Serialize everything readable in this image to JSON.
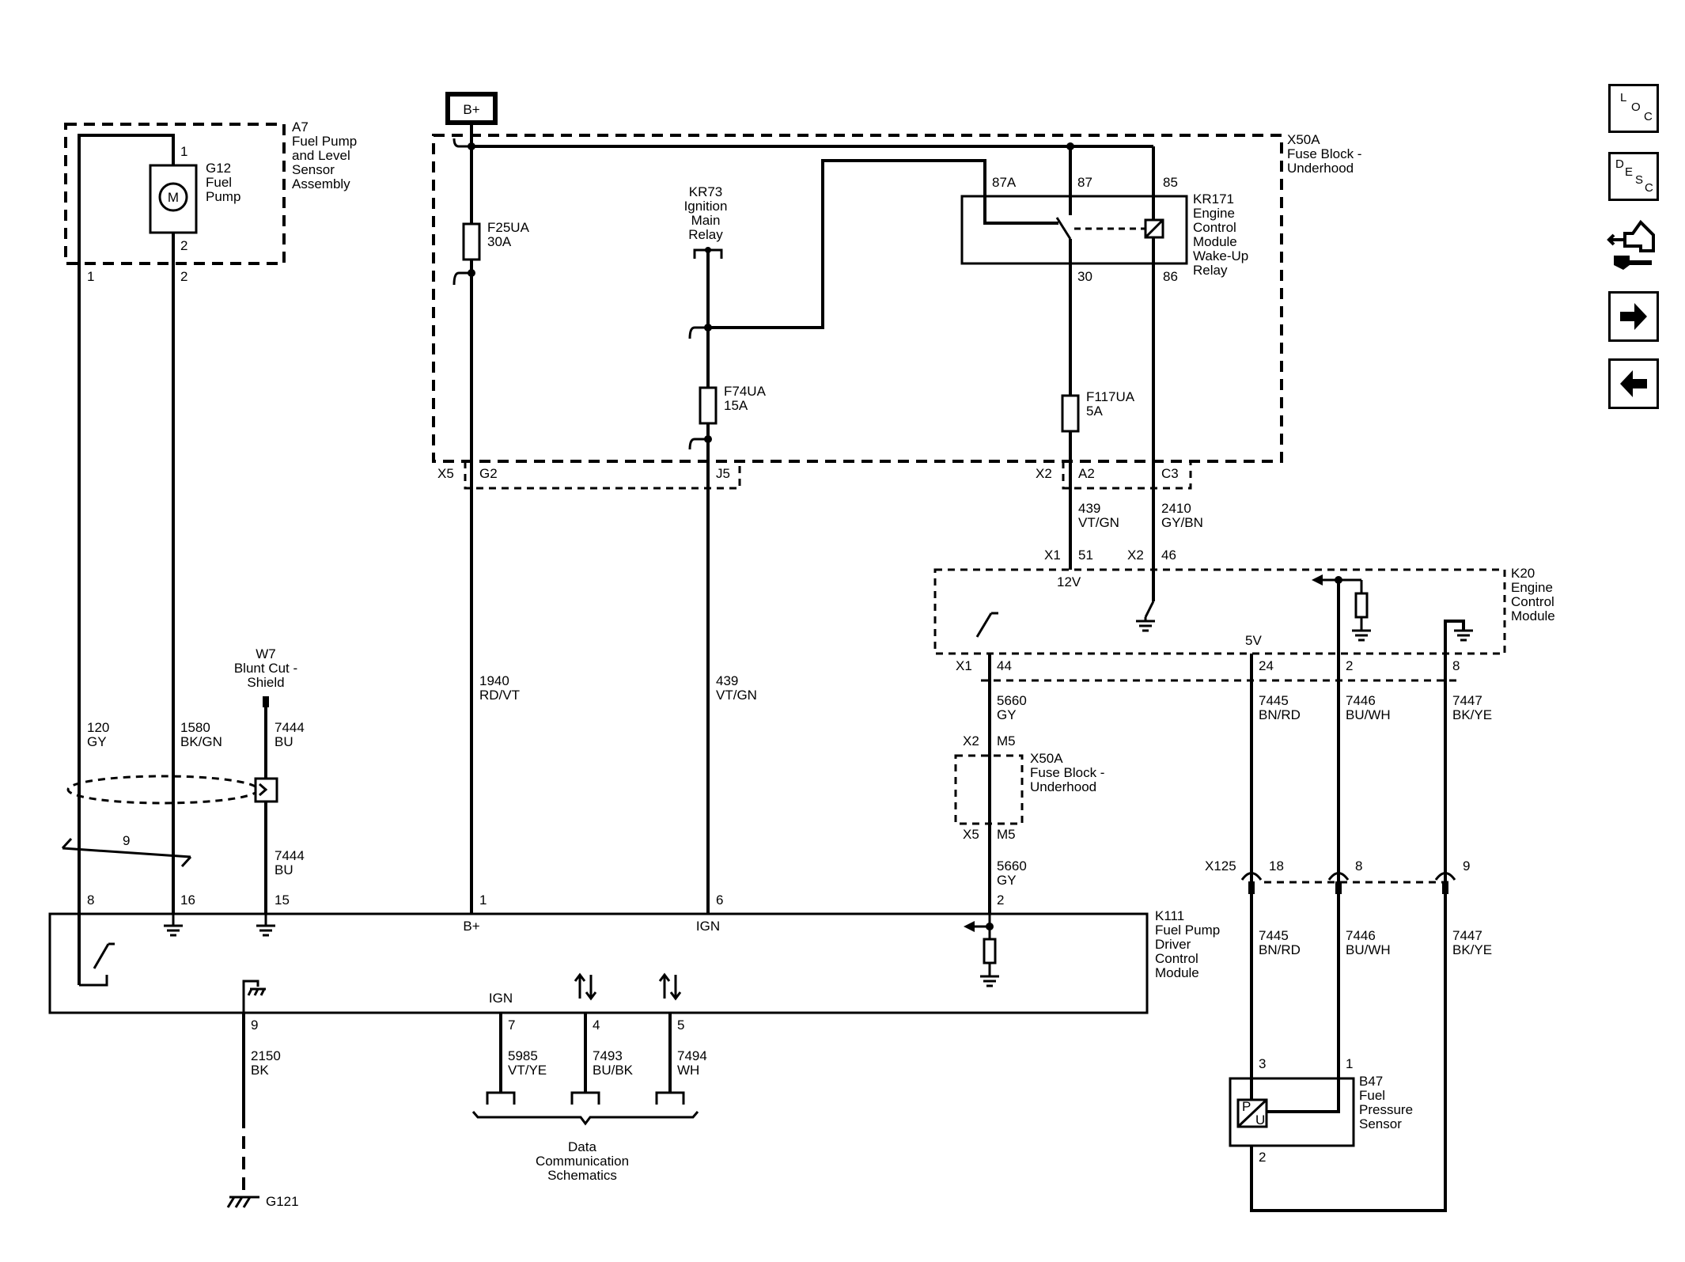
{
  "nav": {
    "loc": [
      "L",
      "O",
      "C"
    ],
    "desc": [
      "D",
      "E",
      "S",
      "C"
    ]
  },
  "labels": {
    "bplus_box": "B+",
    "a7": [
      "A7",
      "Fuel Pump",
      "and Level",
      "Sensor",
      "Assembly"
    ],
    "g12": [
      "G12",
      "Fuel",
      "Pump"
    ],
    "motor": "M",
    "a7_pin1_top": "1",
    "a7_pin2_top": "2",
    "a7_pin1_bot": "1",
    "a7_pin2_bot": "2",
    "x50a_top": [
      "X50A",
      "Fuse Block -",
      "Underhood"
    ],
    "f25ua": [
      "F25UA",
      "30A"
    ],
    "kr73": [
      "KR73",
      "Ignition",
      "Main",
      "Relay"
    ],
    "f74ua": [
      "F74UA",
      "15A"
    ],
    "f117ua": [
      "F117UA",
      "5A"
    ],
    "kr171": [
      "KR171",
      "Engine",
      "Control",
      "Module",
      "Wake-Up",
      "Relay"
    ],
    "relay_87a": "87A",
    "relay_87": "87",
    "relay_85": "85",
    "relay_30": "30",
    "relay_86": "86",
    "x5": "X5",
    "g2": "G2",
    "j5": "J5",
    "x2_a": "X2",
    "a2": "A2",
    "c3": "C3",
    "w439a": [
      "439",
      "VT/GN"
    ],
    "w2410": [
      "2410",
      "GY/BN"
    ],
    "x1_51": "X1",
    "pin51": "51",
    "x2_46": "X2",
    "pin46": "46",
    "k20": [
      "K20",
      "Engine",
      "Control",
      "Module"
    ],
    "v12": "12V",
    "v5": "5V",
    "x1_44": "X1",
    "pin44": "44",
    "pin24": "24",
    "pin2_k20": "2",
    "pin8_k20": "8",
    "w5660a": [
      "5660",
      "GY"
    ],
    "x2_m5": "X2",
    "m5a": "M5",
    "x50a_mid": [
      "X50A",
      "Fuse Block -",
      "Underhood"
    ],
    "x5_m5": "X5",
    "m5b": "M5",
    "w5660b": [
      "5660",
      "GY"
    ],
    "w7445a": [
      "7445",
      "BN/RD"
    ],
    "w7446a": [
      "7446",
      "BU/WH"
    ],
    "w7447a": [
      "7447",
      "BK/YE"
    ],
    "x125": "X125",
    "pin18": "18",
    "pin8_x125": "8",
    "pin9_x125": "9",
    "w7445b": [
      "7445",
      "BN/RD"
    ],
    "w7446b": [
      "7446",
      "BU/WH"
    ],
    "w7447b": [
      "7447",
      "BK/YE"
    ],
    "b47": [
      "B47",
      "Fuel",
      "Pressure",
      "Sensor"
    ],
    "b47_pin3": "3",
    "b47_pin1": "1",
    "b47_pin2": "2",
    "b47_p": "P",
    "b47_u": "U",
    "w7": [
      "W7",
      "Blunt Cut -",
      "Shield"
    ],
    "w120": [
      "120",
      "GY"
    ],
    "w1580": [
      "1580",
      "BK/GN"
    ],
    "w7444a": [
      "7444",
      "BU"
    ],
    "w7444b": [
      "7444",
      "BU"
    ],
    "w1940": [
      "1940",
      "RD/VT"
    ],
    "w439b": [
      "439",
      "VT/GN"
    ],
    "twist_9": "9",
    "k111_pin8": "8",
    "k111_pin16": "16",
    "k111_pin15": "15",
    "k111_pin1": "1",
    "k111_pin6": "6",
    "k111_pin2": "2",
    "k111_bplus": "B+",
    "k111_ign": "IGN",
    "k111_ign_bot": "IGN",
    "k111": [
      "K111",
      "Fuel Pump",
      "Driver",
      "Control",
      "Module"
    ],
    "k111_pin9": "9",
    "k111_pin7": "7",
    "k111_pin4": "4",
    "k111_pin5": "5",
    "w2150": [
      "2150",
      "BK"
    ],
    "w5985": [
      "5985",
      "VT/YE"
    ],
    "w7493": [
      "7493",
      "BU/BK"
    ],
    "w7494": [
      "7494",
      "WH"
    ],
    "data_comm": [
      "Data",
      "Communication",
      "Schematics"
    ],
    "g121": "G121"
  }
}
